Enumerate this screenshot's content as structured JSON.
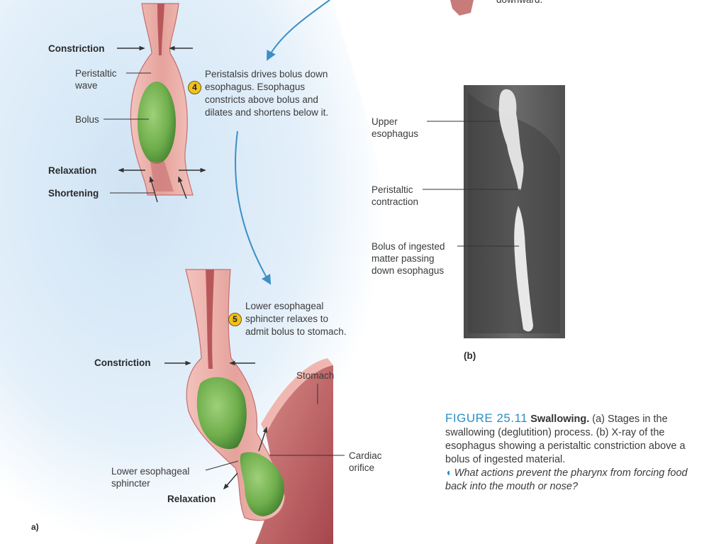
{
  "top_fragment_text": "downward.",
  "part_a_marker": "a)",
  "step4": {
    "number": "4",
    "text": "Peristalsis drives bolus down\nesophagus. Esophagus\nconstricts above bolus and\ndilates and shortens below it."
  },
  "step5": {
    "number": "5",
    "text": "Lower esophageal\nsphincter relaxes to\nadmit bolus to stomach."
  },
  "labels_upper": {
    "constriction": "Constriction",
    "peristaltic_wave": "Peristaltic\nwave",
    "bolus": "Bolus",
    "relaxation": "Relaxation",
    "shortening": "Shortening"
  },
  "labels_lower": {
    "constriction": "Constriction",
    "stomach": "Stomach",
    "cardiac_orifice": "Cardiac\norifice",
    "lower_sphincter": "Lower esophageal\nsphincter",
    "relaxation": "Relaxation"
  },
  "xray": {
    "upper_esophagus": "Upper\nesophagus",
    "peristaltic_contraction": "Peristaltic\ncontraction",
    "bolus_passing": "Bolus of ingested\nmatter passing\ndown esophagus",
    "part_label": "(b)"
  },
  "caption": {
    "figure": "FIGURE 25.11",
    "title": "Swallowing.",
    "body": " (a) Stages in the swallowing (deglutition) process. (b) X-ray of the esophagus showing a peristaltic constriction above a bolus of ingested material.",
    "question": "What actions prevent the pharynx from forcing food back into the mouth or nose?"
  },
  "colors": {
    "background_blue": "#d6e8f6",
    "tissue_pink": "#e9a8a2",
    "tissue_dark": "#b8575a",
    "bolus_green": "#6fae4c",
    "arrow_blue": "#3d8fc6",
    "caption_blue": "#2a8fc4",
    "badge_yellow": "#f2c21b"
  }
}
